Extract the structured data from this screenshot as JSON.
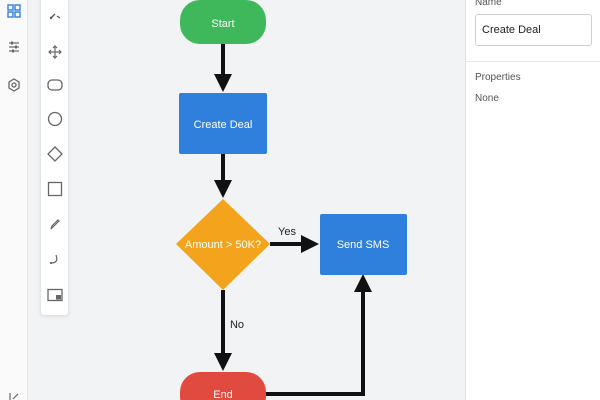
{
  "rail": {
    "icons": [
      "grid-icon",
      "list-settings-icon",
      "gear-icon",
      "export-icon"
    ]
  },
  "toolbar": {
    "tools": [
      "link-tool",
      "move-tool",
      "rounded-rect-tool",
      "circle-tool",
      "diamond-tool",
      "rectangle-tool",
      "pencil-tool",
      "curve-tool",
      "frame-tool"
    ]
  },
  "flow": {
    "nodes": {
      "start": "Start",
      "create_deal": "Create Deal",
      "decision": "Amount > 50K?",
      "send_sms": "Send SMS",
      "end": "End"
    },
    "edges": {
      "yes": "Yes",
      "no": "No"
    },
    "colors": {
      "start": "#3fb85b",
      "process": "#2f7fdc",
      "decision": "#f3a41c",
      "end": "#e04a3f",
      "arrow": "#111111"
    }
  },
  "panel": {
    "name_label": "Name",
    "name_value": "Create Deal",
    "properties_label": "Properties",
    "properties_value": "None"
  }
}
